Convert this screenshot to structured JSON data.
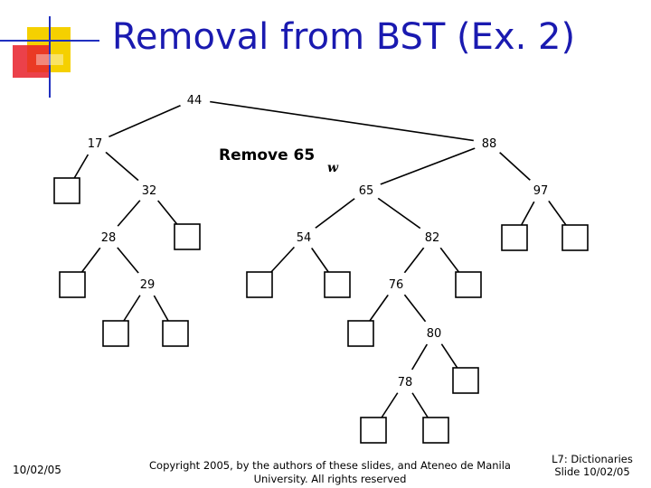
{
  "title": "Removal from BST (Ex. 2)",
  "annotation": "Remove 65",
  "w_label": "w",
  "footer": {
    "date": "10/02/05",
    "copyright_line1": "Copyright 2005, by the authors of these slides, and Ateneo de Manila",
    "copyright_line2": "University. All rights reserved",
    "slide_line1": "L7: Dictionaries",
    "slide_line2": "Slide 10/02/05"
  },
  "nodes": [
    {
      "id": "n44",
      "label": "44"
    },
    {
      "id": "n17",
      "label": "17"
    },
    {
      "id": "n88",
      "label": "88"
    },
    {
      "id": "n32",
      "label": "32"
    },
    {
      "id": "n65",
      "label": "65"
    },
    {
      "id": "n97",
      "label": "97"
    },
    {
      "id": "n28",
      "label": "28"
    },
    {
      "id": "n54",
      "label": "54"
    },
    {
      "id": "n82",
      "label": "82"
    },
    {
      "id": "n29",
      "label": "29"
    },
    {
      "id": "n76",
      "label": "76"
    },
    {
      "id": "n80",
      "label": "80"
    },
    {
      "id": "n78",
      "label": "78"
    }
  ],
  "edges": [
    [
      "n44",
      "n17"
    ],
    [
      "n44",
      "n88"
    ],
    [
      "n17",
      "l17"
    ],
    [
      "n17",
      "n32"
    ],
    [
      "n32",
      "n28"
    ],
    [
      "n32",
      "l32"
    ],
    [
      "n28",
      "l28"
    ],
    [
      "n28",
      "n29"
    ],
    [
      "n29",
      "l29a"
    ],
    [
      "n29",
      "l29b"
    ],
    [
      "n88",
      "n65"
    ],
    [
      "n88",
      "n97"
    ],
    [
      "n65",
      "n54"
    ],
    [
      "n65",
      "n82"
    ],
    [
      "n54",
      "l54a"
    ],
    [
      "n54",
      "l54b"
    ],
    [
      "n82",
      "n76"
    ],
    [
      "n82",
      "l82"
    ],
    [
      "n76",
      "l76"
    ],
    [
      "n76",
      "n80"
    ],
    [
      "n80",
      "n78"
    ],
    [
      "n80",
      "l80"
    ],
    [
      "n78",
      "l78a"
    ],
    [
      "n78",
      "l78b"
    ],
    [
      "n97",
      "l97a"
    ],
    [
      "n97",
      "l97b"
    ]
  ],
  "leaves": [
    "l17",
    "l32",
    "l28",
    "l29a",
    "l29b",
    "l54a",
    "l54b",
    "l82",
    "l76",
    "l80",
    "l78a",
    "l78b",
    "l97a",
    "l97b"
  ]
}
